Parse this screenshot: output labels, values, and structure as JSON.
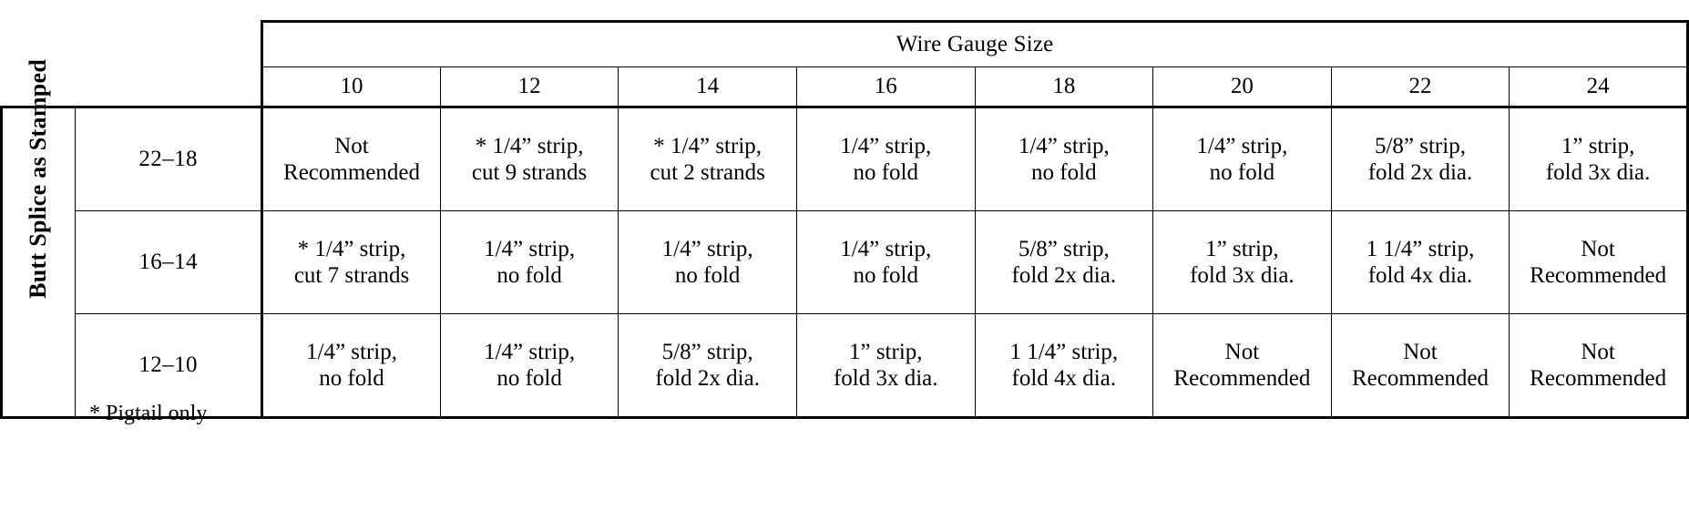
{
  "table": {
    "column_group_title": "Wire Gauge Size",
    "row_group_title": "Butt Splice as Stamped",
    "gauge_headers": [
      "10",
      "12",
      "14",
      "16",
      "18",
      "20",
      "22",
      "24"
    ],
    "rows": [
      {
        "label": "22–18",
        "cells": [
          {
            "line1": "Not",
            "line2": "Recommended"
          },
          {
            "line1": "* 1/4” strip,",
            "line2": "cut 9 strands"
          },
          {
            "line1": "* 1/4” strip,",
            "line2": "cut 2 strands"
          },
          {
            "line1": "1/4” strip,",
            "line2": "no fold"
          },
          {
            "line1": "1/4” strip,",
            "line2": "no fold"
          },
          {
            "line1": "1/4” strip,",
            "line2": "no fold"
          },
          {
            "line1": "5/8” strip,",
            "line2": "fold 2x dia."
          },
          {
            "line1": "1” strip,",
            "line2": "fold 3x dia."
          }
        ]
      },
      {
        "label": "16–14",
        "cells": [
          {
            "line1": "* 1/4” strip,",
            "line2": "cut 7 strands"
          },
          {
            "line1": "1/4” strip,",
            "line2": "no fold"
          },
          {
            "line1": "1/4” strip,",
            "line2": "no fold"
          },
          {
            "line1": "1/4” strip,",
            "line2": "no fold"
          },
          {
            "line1": "5/8” strip,",
            "line2": "fold 2x dia."
          },
          {
            "line1": "1” strip,",
            "line2": "fold 3x dia."
          },
          {
            "line1": "1 1/4” strip,",
            "line2": "fold 4x dia."
          },
          {
            "line1": "Not",
            "line2": "Recommended"
          }
        ]
      },
      {
        "label": "12–10",
        "cells": [
          {
            "line1": "1/4” strip,",
            "line2": "no fold"
          },
          {
            "line1": "1/4” strip,",
            "line2": "no fold"
          },
          {
            "line1": "5/8” strip,",
            "line2": "fold 2x dia."
          },
          {
            "line1": "1” strip,",
            "line2": "fold 3x dia."
          },
          {
            "line1": "1 1/4” strip,",
            "line2": "fold 4x dia."
          },
          {
            "line1": "Not",
            "line2": "Recommended"
          },
          {
            "line1": "Not",
            "line2": "Recommended"
          },
          {
            "line1": "Not",
            "line2": "Recommended"
          }
        ]
      }
    ]
  },
  "footnote": "* Pigtail only",
  "colors": {
    "text": "#000000",
    "background": "#ffffff",
    "rule": "#000000"
  }
}
